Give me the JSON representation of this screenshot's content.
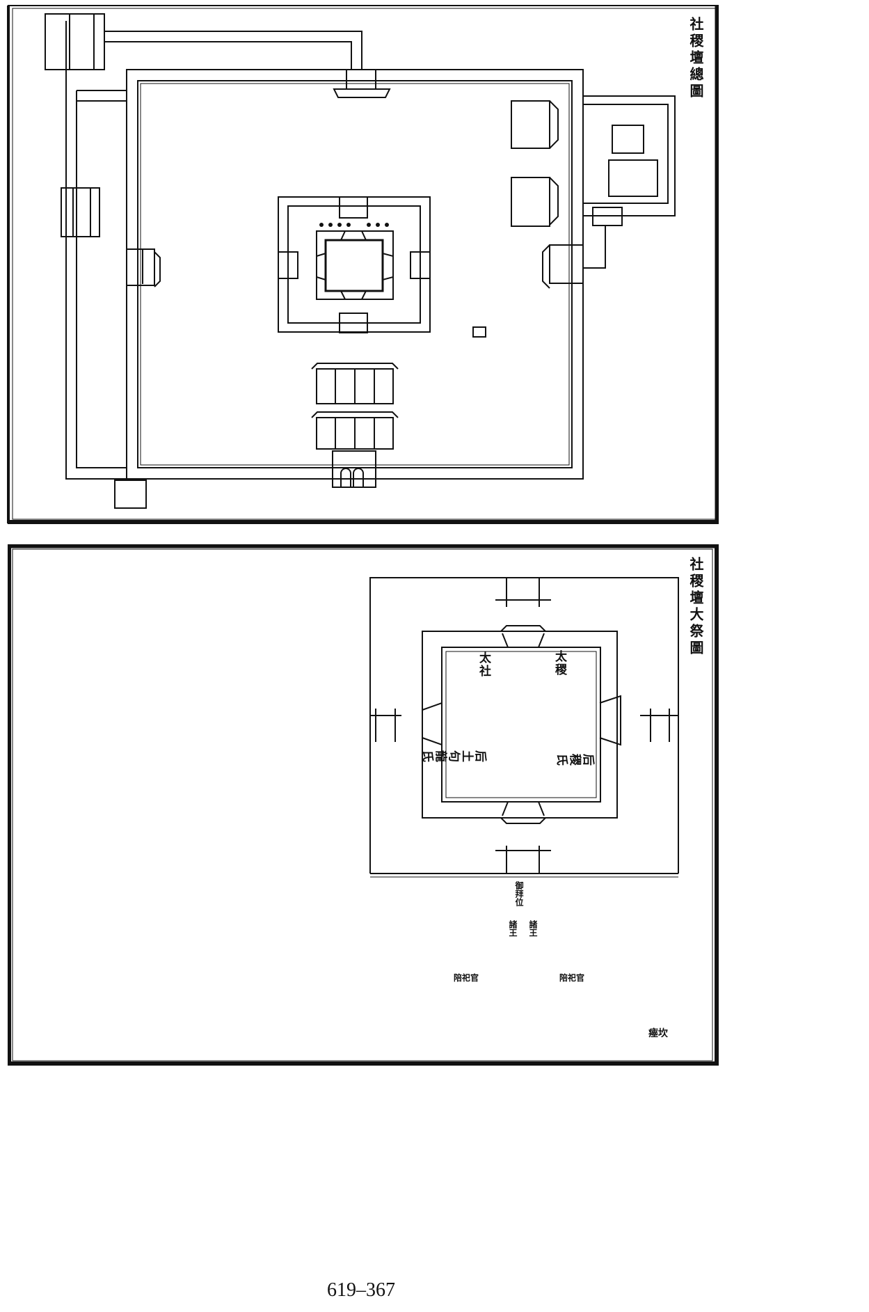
{
  "plates": [
    {
      "title": "社稷壇總圖"
    },
    {
      "title": "社稷壇大祭圖",
      "labels": {
        "tai_she": "太社",
        "tai_ji": "太稷",
        "houtu": "后土句龍氏",
        "houji": "后稷氏",
        "yubai": "御拜位",
        "zhuwang_left": "諸王",
        "zhuwang_right": "諸王",
        "peisi_left": "陪祀官",
        "peisi_right": "陪祀官",
        "yikan": "瘞坎"
      }
    }
  ],
  "page_number": "619–367"
}
